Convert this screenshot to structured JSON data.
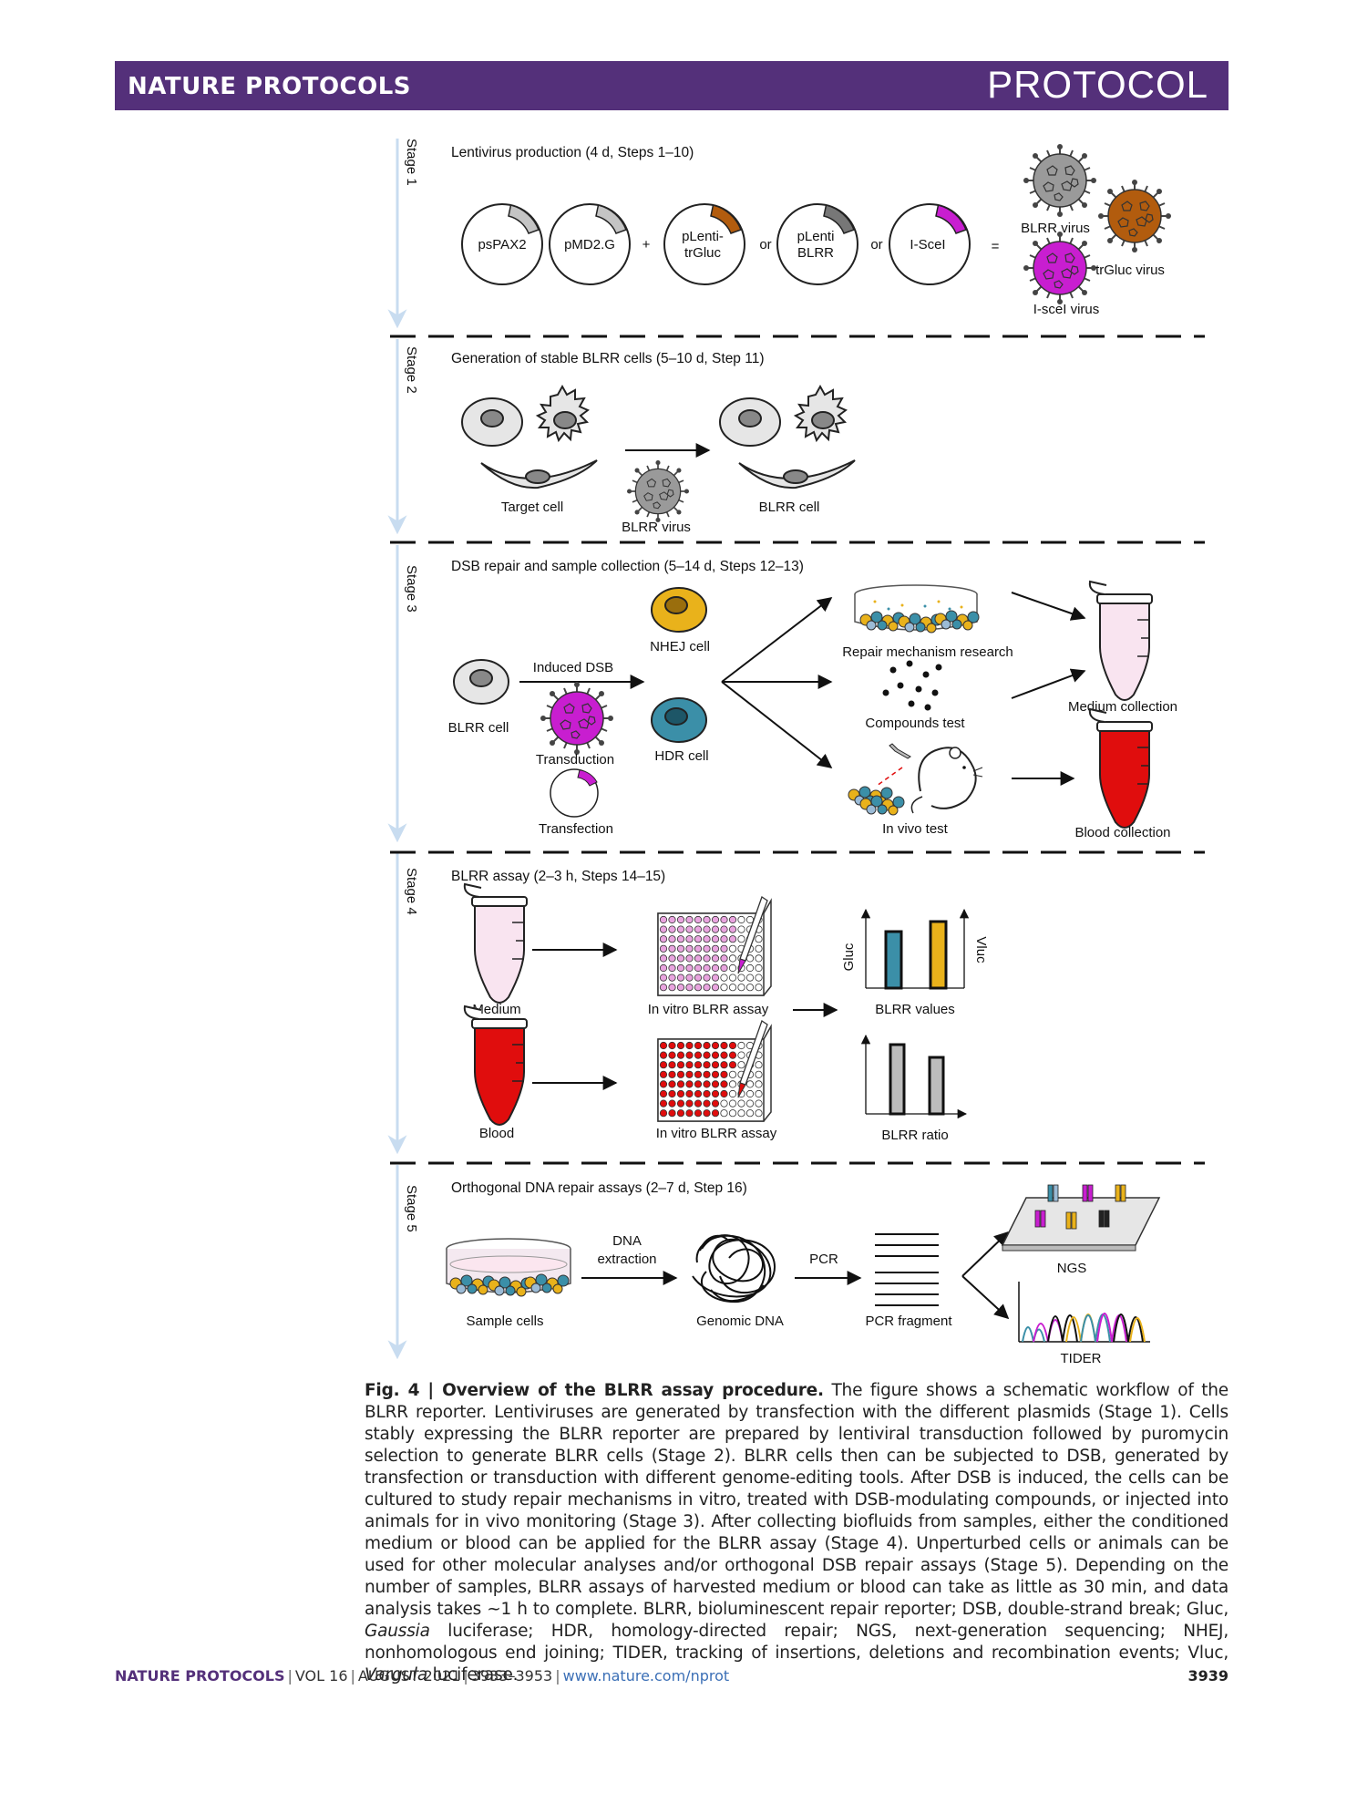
{
  "header": {
    "journal": "NATURE PROTOCOLS",
    "article_type": "PROTOCOL"
  },
  "stages": [
    {
      "label": "Stage 1",
      "title": "Lentivirus production (4 d, Steps 1–10)"
    },
    {
      "label": "Stage 2",
      "title": "Generation of stable BLRR cells (5–10 d, Step 11)"
    },
    {
      "label": "Stage 3",
      "title": "DSB repair and sample collection (5–14 d, Steps 12–13)"
    },
    {
      "label": "Stage 4",
      "title": "BLRR assay (2–3 h, Steps 14–15)"
    },
    {
      "label": "Stage 5",
      "title": "Orthogonal DNA repair assays (2–7 d, Step 16)"
    }
  ],
  "stage1": {
    "plasmids": [
      "psPAX2",
      "pMD2.G",
      "pLenti-",
      "trGluc",
      "pLenti",
      "BLRR",
      "I-SceI"
    ],
    "ops": [
      "+",
      "or",
      "or",
      "="
    ],
    "viruses": [
      "BLRR virus",
      "trGluc virus",
      "I-sceI virus"
    ]
  },
  "stage2": {
    "target": "Target cell",
    "virus": "BLRR virus",
    "result": "BLRR cell"
  },
  "stage3": {
    "blrr_cell": "BLRR cell",
    "induced": "Induced DSB",
    "transduction": "Transduction",
    "transfection": "Transfection",
    "nhej": "NHEJ cell",
    "hdr": "HDR cell",
    "repair": "Repair mechanism research",
    "compounds": "Compounds test",
    "invivo": "In vivo test",
    "medium_collection": "Medium collection",
    "blood_collection": "Blood collection"
  },
  "stage4": {
    "medium": "Medium",
    "blood": "Blood",
    "assay1": "In vitro BLRR assay",
    "assay2": "In vitro BLRR assay",
    "values": "BLRR values",
    "ratio": "BLRR ratio",
    "gluc": "Gluc",
    "vluc": "Vluc"
  },
  "stage5": {
    "sample": "Sample cells",
    "dna1": "DNA",
    "dna2": "extraction",
    "genomic": "Genomic DNA",
    "pcr": "PCR",
    "fragment": "PCR fragment",
    "ngs": "NGS",
    "tider": "TIDER"
  },
  "caption": {
    "label": "Fig. 4 | Overview of the BLRR assay procedure.",
    "p1": " The figure shows a schematic workflow of the BLRR reporter. Lentiviruses are generated by transfection with the different plasmids (Stage 1). Cells stably expressing the BLRR reporter are prepared by lentiviral transduction followed by puromycin selection to generate BLRR cells (Stage 2). BLRR cells then can be subjected to DSB, generated by transfection or transduction with different genome-editing tools. After DSB is induced, the cells can be cultured to study repair mechanisms in vitro, treated with DSB-modulating compounds, or injected into animals for in vivo monitoring (Stage 3). After collecting biofluids from samples, either the conditioned medium or blood can be applied for the BLRR assay (Stage 4). Unperturbed cells or animals can be used for other molecular analyses and/or orthogonal DSB repair assays (Stage 5). Depending on the number of samples, BLRR assays of harvested medium or blood can take as little as 30 min, and data analysis takes ~1 h to complete. BLRR, bioluminescent repair reporter; DSB, double-strand break; Gluc, ",
    "gaussia": "Gaussia",
    "p2": " luciferase; HDR, homology-directed repair; NGS, next-generation sequencing; NHEJ, nonhomologous end joining; TIDER, tracking of insertions, deletions and recombination events; Vluc, ",
    "vargula": "Vargula",
    "p3": " luciferase."
  },
  "footer": {
    "journal": "NATURE PROTOCOLS",
    "vol": "VOL 16",
    "date": "AUGUST 2021",
    "pages": "3933–3953",
    "url": "www.nature.com/nprot",
    "page": "3939"
  },
  "colors": {
    "header": "#54307a",
    "gluc_bar": "#3b8fa8",
    "vluc_bar": "#e9b21b",
    "ti_magenta": "#c81ed0",
    "trgluc_brown": "#b25c0e",
    "blood": "#e00d0d",
    "medium": "#f9e4f0"
  }
}
